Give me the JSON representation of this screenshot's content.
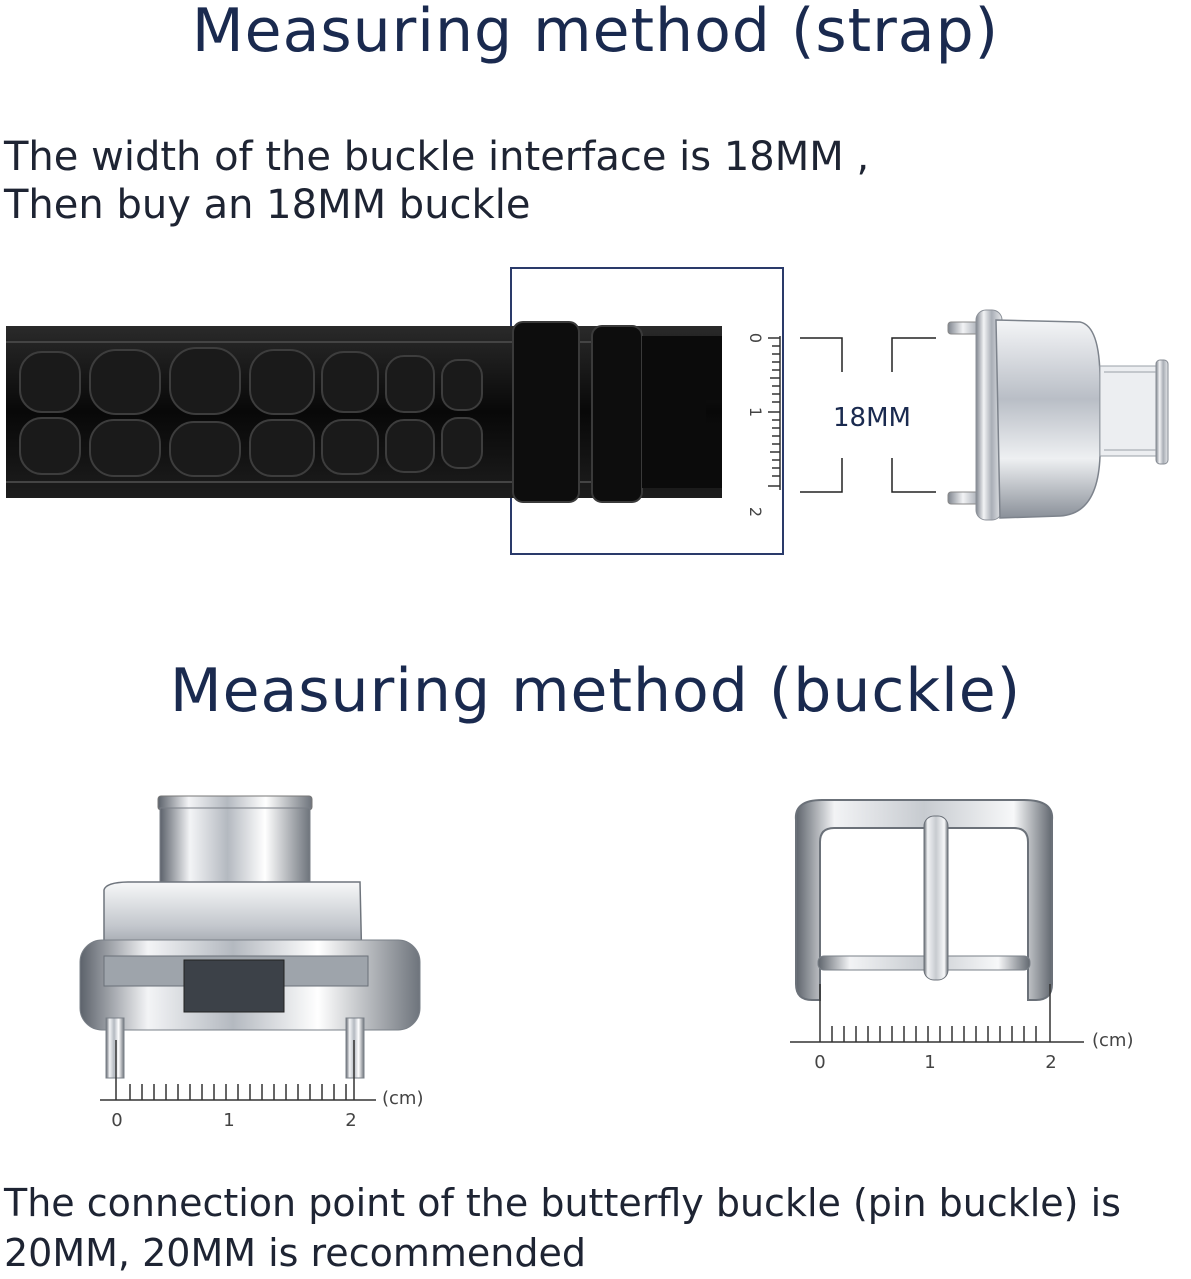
{
  "strap_section": {
    "title": "Measuring method (strap)",
    "description_line1": "The width of the buckle interface is 18MM ,",
    "description_line2": "Then buy an 18MM buckle",
    "ruler_ticks": [
      "0",
      "1",
      "2"
    ],
    "width_label": "18MM"
  },
  "buckle_section": {
    "title": "Measuring method (buckle)",
    "left_ruler_ticks": [
      "0",
      "1",
      "2"
    ],
    "left_ruler_unit": "(cm)",
    "right_ruler_ticks": [
      "0",
      "1",
      "2"
    ],
    "right_ruler_unit": "(cm)",
    "description_line1": "The connection point of the butterfly buckle (pin buckle) is",
    "description_line2": "20MM, 20MM is recommended"
  },
  "colors": {
    "title": "#1a2a4f",
    "text": "#1e2433",
    "frame": "#2a3a6a",
    "strap": "#111111",
    "steel": "#c8ccd2"
  }
}
